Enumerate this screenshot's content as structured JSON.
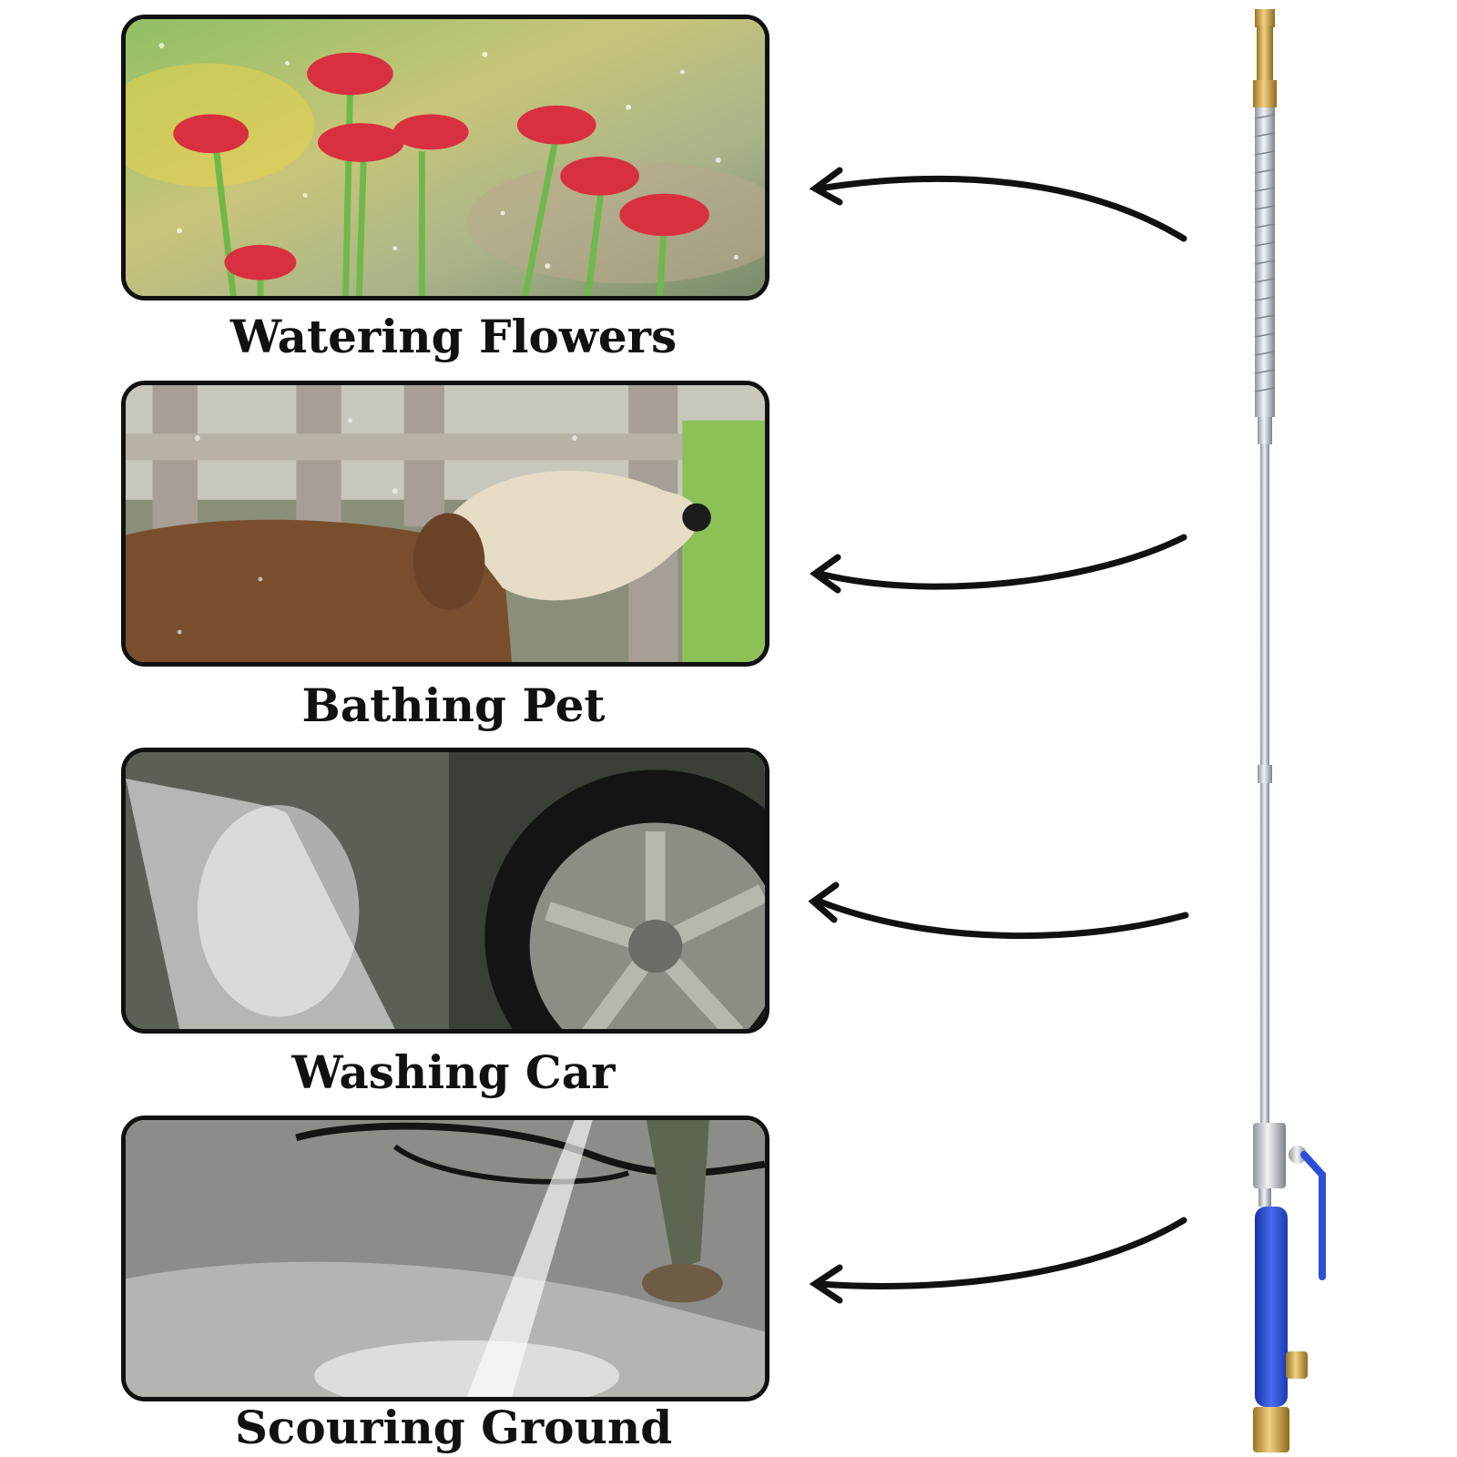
{
  "panels": [
    {
      "caption": "Watering Flowers",
      "scene": "flowers-photo"
    },
    {
      "caption": "Bathing Pet",
      "scene": "dog-photo"
    },
    {
      "caption": "Washing Car",
      "scene": "car-wheel-photo"
    },
    {
      "caption": "Scouring Ground",
      "scene": "pavement-photo"
    }
  ],
  "colors": {
    "frame": "#111111",
    "arrow": "#111111",
    "wand_metal": "#c8ccd0",
    "wand_brass": "#d4a84a",
    "wand_handle": "#2c4fd6"
  }
}
